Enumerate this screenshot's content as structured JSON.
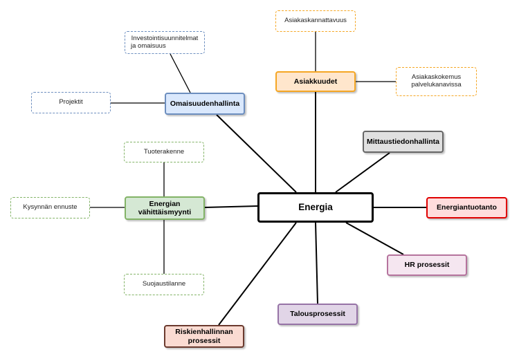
{
  "center": {
    "label": "Energia"
  },
  "colors": {
    "blue_fill": "#dae8fc",
    "blue_border": "#6c8ebf",
    "orange_fill": "#ffe6cc",
    "orange_border": "#f5a623",
    "gray_fill": "#e0e0e0",
    "gray_border": "#666666",
    "red_fill": "#ffdddd",
    "red_border": "#e00000",
    "pink_fill": "#f5e6f0",
    "pink_border": "#b5739d",
    "purple_fill": "#e1d5e7",
    "purple_border": "#9673a6",
    "brown_fill": "#fadbd2",
    "brown_border": "#6b3a2e",
    "green_fill": "#d5e8d4",
    "green_border": "#82b366"
  },
  "nodes": {
    "omaisuudenhallinta": "Omaisuudenhallinta",
    "asiakkuudet": "Asiakkuudet",
    "mittaustiedonhallinta": "Mittaustiedonhallinta",
    "energiantuotanto": "Energiantuotanto",
    "hr_prosessit": "HR prosessit",
    "talousprosessit": "Talousprosessit",
    "riskienhallinnan_line1": "Riskienhallinnan",
    "riskienhallinnan_line2": "prosessit",
    "vahittaismyynti_line1": "Energian",
    "vahittaismyynti_line2": "vähittäismyynti"
  },
  "leaves": {
    "investointi_line1": "Investointisuunnitelmat",
    "investointi_line2": "ja omaisuus",
    "projektit": "Projektit",
    "asiakaskannattavuus": "Asiakaskannattavuus",
    "asiakaskokemus_line1": "Asiakaskokemus",
    "asiakaskokemus_line2": "palvelukanavissa",
    "tuoterakenne": "Tuoterakenne",
    "kysynnan_ennuste": "Kysynnän ennuste",
    "suojaustilanne": "Suojaustilanne"
  }
}
